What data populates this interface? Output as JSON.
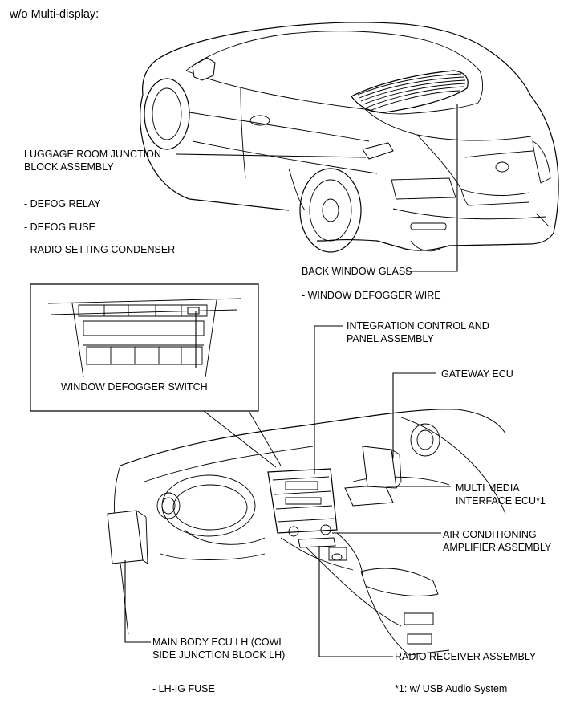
{
  "header": "w/o Multi-display:",
  "labels": {
    "luggage_line1": "LUGGAGE ROOM JUNCTION",
    "luggage_line2": "BLOCK ASSEMBLY",
    "defog_relay": "- DEFOG RELAY",
    "defog_fuse": "- DEFOG FUSE",
    "radio_condenser": "- RADIO SETTING CONDENSER",
    "back_window_glass": "BACK WINDOW GLASS",
    "defogger_wire": "- WINDOW DEFOGGER WIRE",
    "integration_line1": "INTEGRATION CONTROL AND",
    "integration_line2": "PANEL ASSEMBLY",
    "defogger_switch": "WINDOW DEFOGGER SWITCH",
    "gateway_ecu": "GATEWAY ECU",
    "multimedia_line1": "MULTI MEDIA",
    "multimedia_line2": "INTERFACE ECU*1",
    "aircon_line1": "AIR CONDITIONING",
    "aircon_line2": "AMPLIFIER ASSEMBLY",
    "mainbody_line1": "MAIN BODY ECU LH (COWL",
    "mainbody_line2": "SIDE JUNCTION BLOCK LH)",
    "lh_ig_fuse": "- LH-IG FUSE",
    "radio_receiver": "RADIO RECEIVER ASSEMBLY",
    "footnote": "*1: w/ USB Audio System"
  }
}
